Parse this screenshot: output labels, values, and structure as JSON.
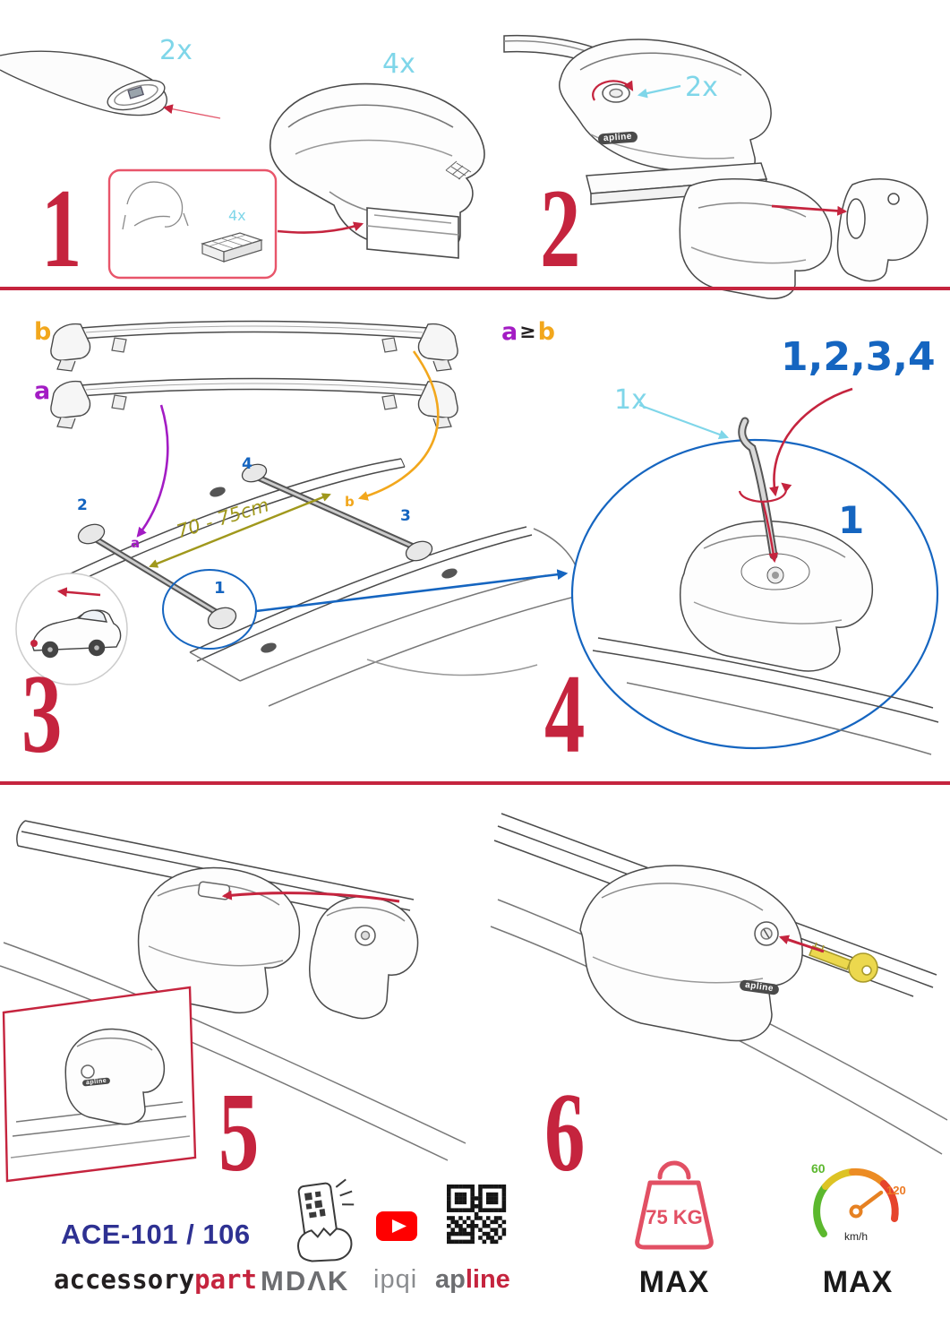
{
  "colors": {
    "step_red": "#c5243e",
    "qty_cyan": "#7fd6e9",
    "order_blue": "#1565c0",
    "bar_a_purple": "#a31cc4",
    "bar_b_orange": "#f2a71c",
    "distance_olive": "#a0981c",
    "model_navy": "#2e3192",
    "logo_gray": "#6d6e71",
    "weight_red": "#e25064",
    "youtube_red": "#ff0000",
    "speed_green": "#5cb82e",
    "speed_orange": "#ec7a24",
    "key_yellow": "#ecd84e"
  },
  "steps": {
    "s1": {
      "number": "1",
      "bar_qty": "2x",
      "foot_qty": "4x",
      "pad_qty": "4x"
    },
    "s2": {
      "number": "2",
      "lock_qty": "2x",
      "foot_logo": "apline"
    },
    "s3": {
      "number": "3",
      "bar_b_label": "b",
      "bar_a_label": "a",
      "distance": "70 - 75cm",
      "roof_pos_1": "1",
      "roof_pos_2": "2",
      "roof_pos_3": "3",
      "roof_pos_4": "4",
      "roof_bar_a": "a",
      "roof_bar_b": "b"
    },
    "s4": {
      "number": "4",
      "rule_a": "a",
      "rule_sign": "≥",
      "rule_b": "b",
      "tighten_sequence": "1,2,3,4",
      "tool_qty": "1x",
      "first_position": "1"
    },
    "s5": {
      "number": "5",
      "foot_logo": "apline"
    },
    "s6": {
      "number": "6",
      "foot_logo": "apline"
    }
  },
  "footer": {
    "model": "ACE-101 / 106",
    "brand_part1": "accessory",
    "brand_part2": "part",
    "logo_mdak": "MDΛK",
    "logo_ipqi": "ipqi",
    "logo_ap": "ap",
    "logo_line": "line",
    "weight_value": "75 KG",
    "weight_max": "MAX",
    "speed_low": "60",
    "speed_high": "120",
    "speed_unit": "km/h",
    "speed_max": "MAX"
  }
}
